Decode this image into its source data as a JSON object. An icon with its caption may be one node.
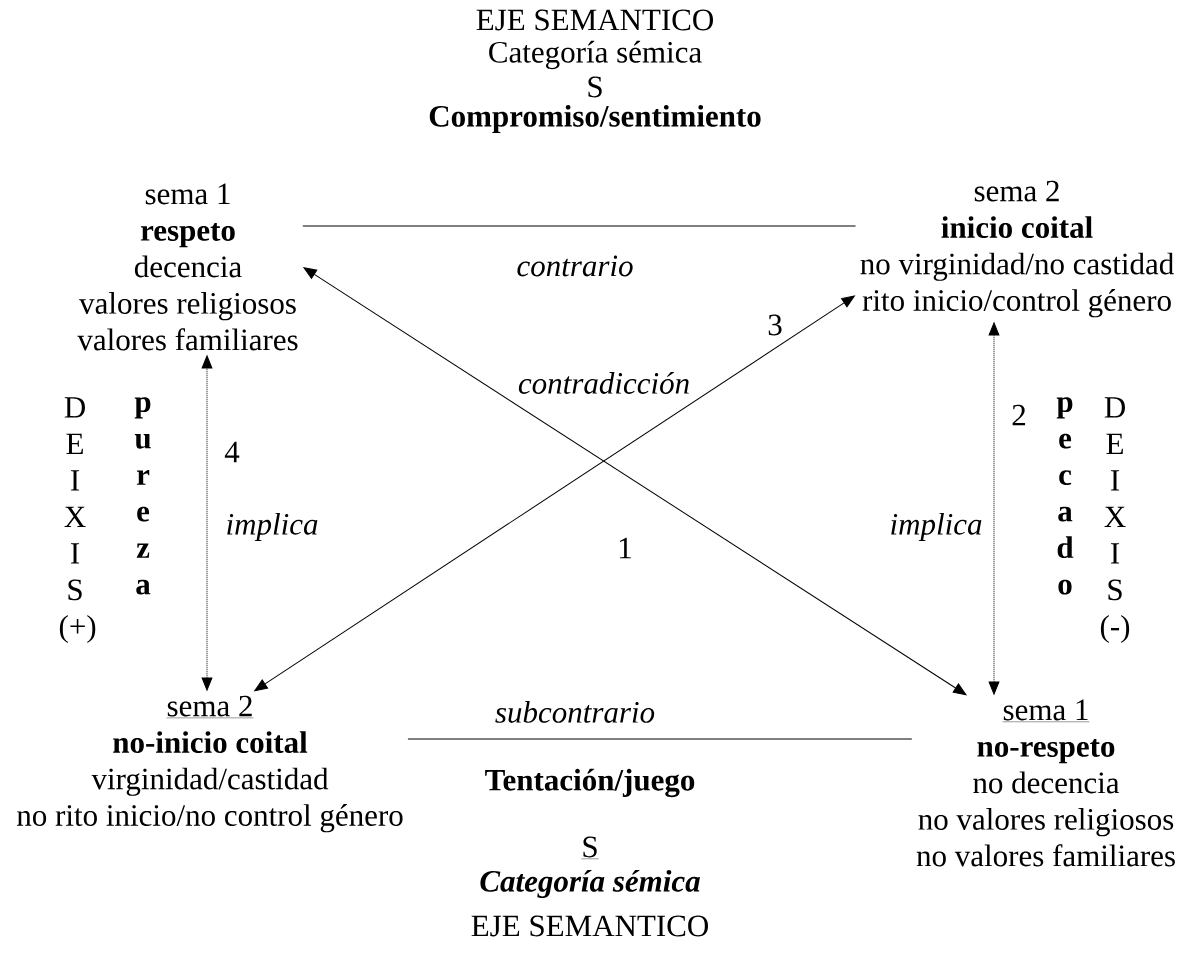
{
  "diagram": {
    "nodes": [
      {
        "text": [
          "sema 1",
          "respeto",
          "decencia",
          "valores religiosos",
          "valores familiares"
        ]
      },
      {
        "text": [
          "sema 2",
          "inicio coital",
          "no virginidad/no castidad",
          "rito inicio/control género"
        ]
      },
      {
        "text": [
          "sema 2",
          "no-inicio coital",
          "virginidad/castidad",
          "no rito inicio/no control género"
        ]
      },
      {
        "text": [
          "sema 1",
          "no-respeto",
          "no decencia",
          "no valores religiosos",
          "no valores familiares"
        ]
      }
    ],
    "edges": [
      {
        "from": 0,
        "to": 1,
        "arrow": "none",
        "label": "contrario"
      },
      {
        "from": 2,
        "to": 3,
        "arrow": "none",
        "label": "subcontrario"
      },
      {
        "from": 0,
        "to": 3,
        "arrow": "both"
      },
      {
        "from": 2,
        "to": 1,
        "arrow": "both"
      },
      {
        "from": 2,
        "to": 0,
        "arrow": "both",
        "style": "dashed",
        "label": "implica"
      },
      {
        "from": 3,
        "to": 1,
        "arrow": "both",
        "style": "dashed",
        "label": "implica"
      }
    ],
    "labels": [
      "EJE SEMANTICO",
      "Categoría sémica",
      "S",
      "Compromiso/sentimiento",
      "3",
      "D E I X I S (+)",
      "p u r e z a",
      "4",
      "contradicción",
      "2",
      "p e c a d o",
      "D E I X I S (-)",
      "1",
      "Tentación/juego",
      "S",
      "Categoría sémica",
      "EJE SEMANTICO"
    ]
  }
}
